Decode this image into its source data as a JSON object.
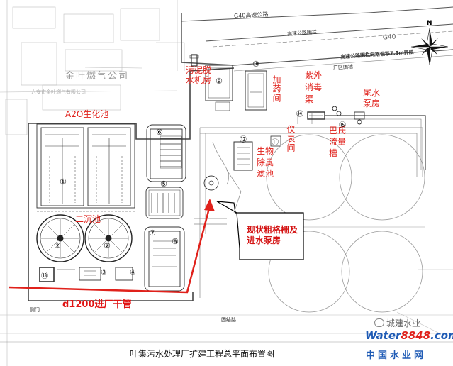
{
  "highway": {
    "name": "G40高速公路",
    "barrier": "高速公路围栏",
    "offset_note": "高速公路围栏向南偏移7.5m界限",
    "plant_boundary": "厂区围墙",
    "route": "G40"
  },
  "neighbor": {
    "name": "金叶燃气公司",
    "name_small": "六安市金叶燃气有限公司"
  },
  "labels": {
    "sludge_room": "污泥脱水机房",
    "dosing_room": "加药间",
    "uv_channel": "紫外消毒渠",
    "tail_pump": "尾水泵房",
    "instrument_room": "仪表间",
    "parshall": "巴氏流量槽",
    "bio_filter": "生物除臭滤池",
    "a2o": "A2O生化池",
    "clarifier": "二沉池",
    "callout": "现状粗格栅及进水泵房",
    "pipe": "d1200进厂干管",
    "side_gate": "侧门"
  },
  "units": [
    "①",
    "②",
    "③",
    "④",
    "⑤",
    "⑥",
    "⑦",
    "⑧",
    "⑨",
    "⑩",
    "⑪",
    "⑫",
    "⑬",
    "⑭",
    "⑮"
  ],
  "road_label": "团结路",
  "caption": "叶集污水处理厂扩建工程总平面布置图",
  "watermark": {
    "wechat": "城建水业",
    "brand_water": "Water",
    "brand_num": "8848",
    "brand_dot": ".com",
    "site_cn": "中国水业网"
  },
  "compass": {
    "n": "N"
  },
  "colors": {
    "red": "#e0211b",
    "line": "#555555",
    "pale": "#a8a8a8",
    "brand_blue": "#1f5bb5",
    "brand_red": "#e0211b"
  }
}
